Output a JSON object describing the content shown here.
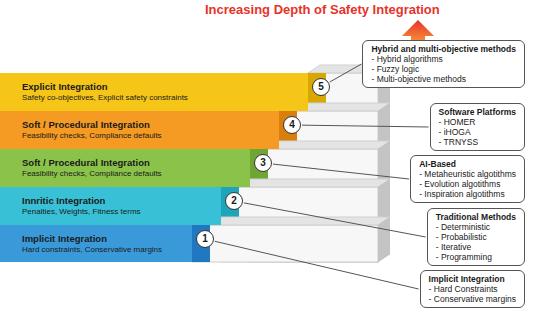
{
  "diagram": {
    "title": "Increasing Depth of Safety Integration",
    "nodes": [
      {
        "text": [
          "Explicit Integration",
          "Safety co-objectives, Explicit safety constraints"
        ]
      },
      {
        "text": [
          "Soft / Procedural Integration",
          "Feasibility checks, Compliance defaults"
        ]
      },
      {
        "text": [
          "Soft / Procedural Integration",
          "Feasibility checks, Compliance defaults"
        ]
      },
      {
        "text": [
          "Innritic Integration",
          "Penalties, Weights, Fitness terms"
        ]
      },
      {
        "text": [
          "Implicit Integration",
          "Hard constraints, Conservative margins"
        ]
      },
      {
        "text": [
          "Hybrid and multi-objective methods",
          "- Hybrid algorithms",
          "- Fuzzy logic",
          "- Multi-objective methods"
        ]
      },
      {
        "text": [
          "Software Platforms",
          "- HOMER",
          "- iHOGA",
          "- TRNYSS"
        ]
      },
      {
        "text": [
          "AI-Based",
          "- Metaheuristic algotithms",
          "- Evolution algotithms",
          "- Inspiration algotithms"
        ]
      },
      {
        "text": [
          "Traditional Methods",
          "- Deterministic",
          "- Probabilistic",
          "- Iterative",
          "- Programming"
        ]
      },
      {
        "text": [
          "Implicit Integration",
          "- Hard Constraints",
          "- Conservative margins"
        ]
      },
      {
        "text": [
          "5"
        ]
      },
      {
        "text": [
          "4"
        ]
      },
      {
        "text": [
          "3"
        ]
      },
      {
        "text": [
          "2"
        ]
      },
      {
        "text": [
          "1"
        ]
      }
    ],
    "edges": [
      {
        "from": 10,
        "to": 5,
        "arrow": "none"
      },
      {
        "from": 11,
        "to": 6,
        "arrow": "none"
      },
      {
        "from": 12,
        "to": 7,
        "arrow": "none"
      },
      {
        "from": 13,
        "to": 8,
        "arrow": "none"
      },
      {
        "from": 14,
        "to": 9,
        "arrow": "none"
      }
    ]
  }
}
